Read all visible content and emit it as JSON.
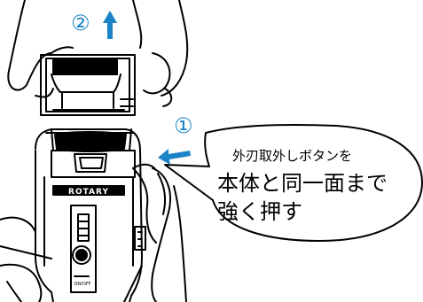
{
  "steps": {
    "step1_number": "①",
    "step2_number": "②"
  },
  "callout": {
    "line1": "外刃取外しボタンを",
    "line2": "本体と同一面まで",
    "line3": "強く押す"
  },
  "device": {
    "brand": "ROTARY",
    "switch_label": "ON/OFF"
  },
  "colors": {
    "accent": "#1b84c6",
    "ink": "#000000"
  }
}
